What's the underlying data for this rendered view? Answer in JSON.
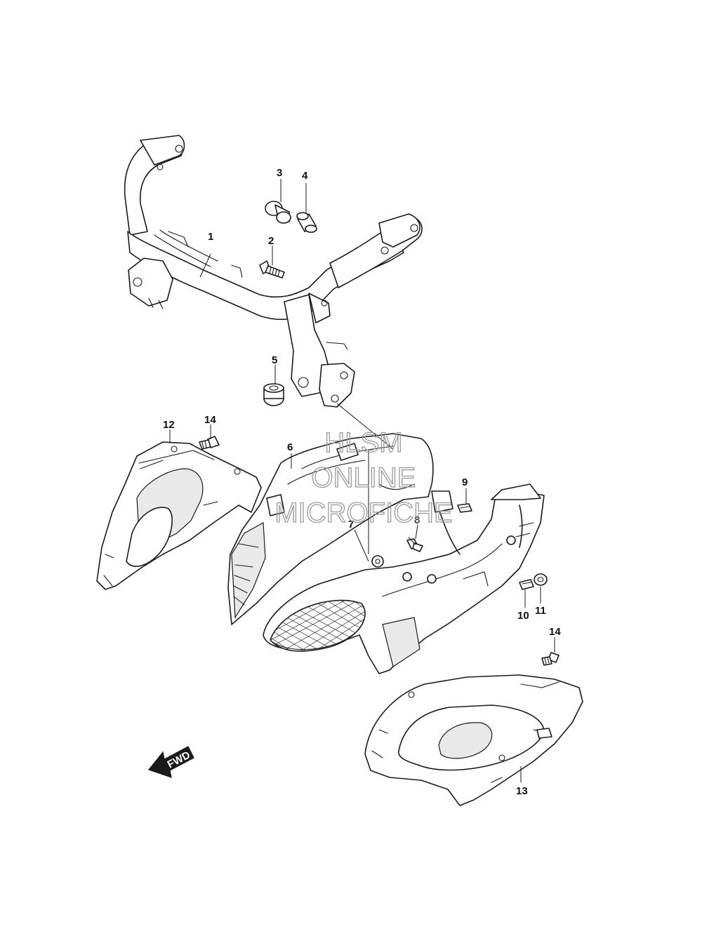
{
  "watermark": {
    "line1": "HLSM",
    "line2": "ONLINE",
    "line3": "MICROFICHE"
  },
  "direction_label": "FWD",
  "callouts": [
    "1",
    "2",
    "3",
    "4",
    "5",
    "6",
    "7",
    "8",
    "9",
    "10",
    "11",
    "12",
    "13",
    "14",
    "14"
  ]
}
